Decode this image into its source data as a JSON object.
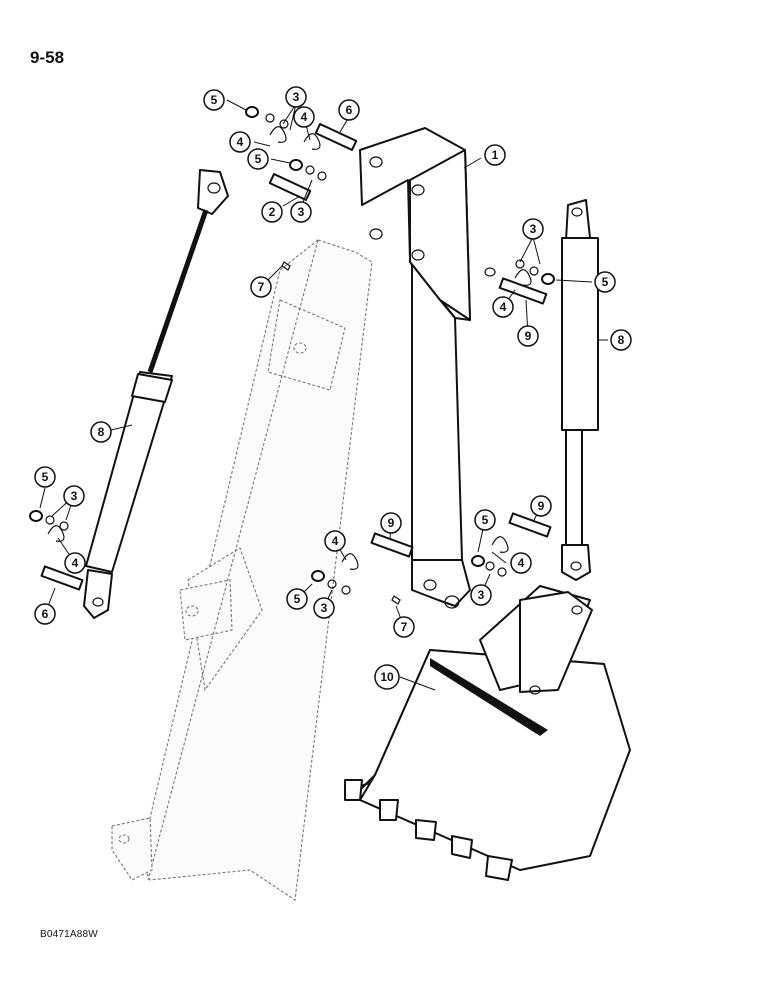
{
  "page_number": "9-58",
  "figure_code": "B0471A88W",
  "callouts": [
    {
      "id": "c1",
      "label": "1"
    },
    {
      "id": "c2",
      "label": "2"
    },
    {
      "id": "c3a",
      "label": "3"
    },
    {
      "id": "c3b",
      "label": "3"
    },
    {
      "id": "c3c",
      "label": "3"
    },
    {
      "id": "c3d",
      "label": "3"
    },
    {
      "id": "c3e",
      "label": "3"
    },
    {
      "id": "c3f",
      "label": "3"
    },
    {
      "id": "c4a",
      "label": "4"
    },
    {
      "id": "c4b",
      "label": "4"
    },
    {
      "id": "c4c",
      "label": "4"
    },
    {
      "id": "c4d",
      "label": "4"
    },
    {
      "id": "c4e",
      "label": "4"
    },
    {
      "id": "c4f",
      "label": "4"
    },
    {
      "id": "c5a",
      "label": "5"
    },
    {
      "id": "c5b",
      "label": "5"
    },
    {
      "id": "c5c",
      "label": "5"
    },
    {
      "id": "c5d",
      "label": "5"
    },
    {
      "id": "c5e",
      "label": "5"
    },
    {
      "id": "c5f",
      "label": "5"
    },
    {
      "id": "c6a",
      "label": "6"
    },
    {
      "id": "c6b",
      "label": "6"
    },
    {
      "id": "c7a",
      "label": "7"
    },
    {
      "id": "c7b",
      "label": "7"
    },
    {
      "id": "c8a",
      "label": "8"
    },
    {
      "id": "c8b",
      "label": "8"
    },
    {
      "id": "c9a",
      "label": "9"
    },
    {
      "id": "c9b",
      "label": "9"
    },
    {
      "id": "c9c",
      "label": "9"
    },
    {
      "id": "c10",
      "label": "10"
    }
  ]
}
